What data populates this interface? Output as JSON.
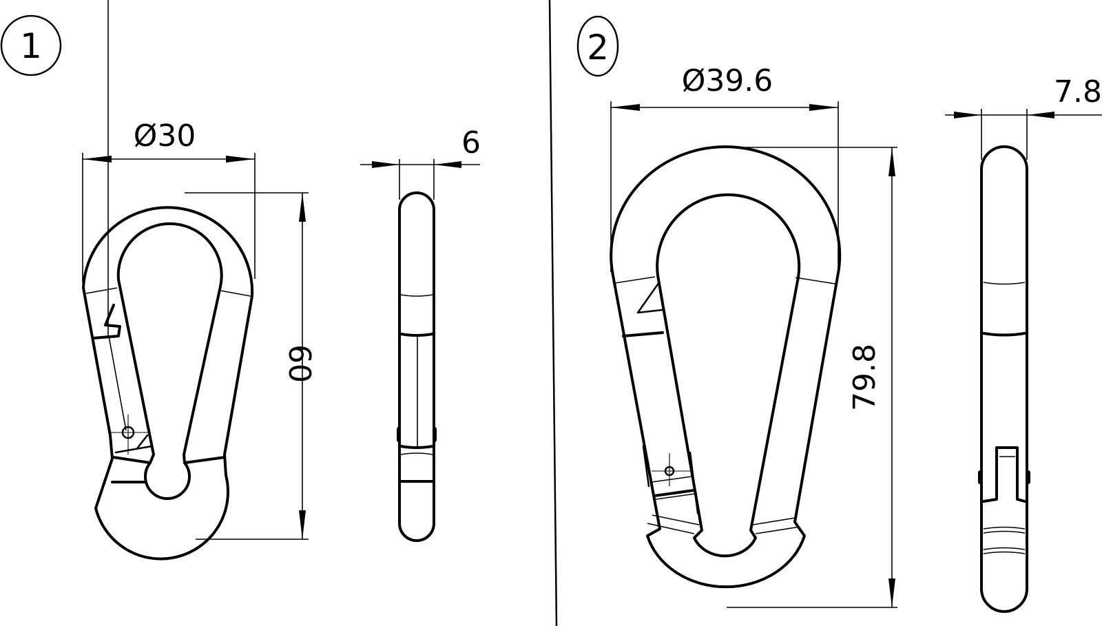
{
  "drawing": {
    "type": "technical drawing",
    "subject": "carabiner snap hooks, front and side views",
    "stroke_color": "#000000",
    "background_color": "#ffffff"
  },
  "divider": {
    "orientation": "near-vertical"
  },
  "parts": [
    {
      "callout": "1",
      "front_view": {
        "width_dimension": "Ø30",
        "height_dimension": "60"
      },
      "side_view": {
        "thickness_dimension": "6"
      }
    },
    {
      "callout": "2",
      "front_view": {
        "width_dimension": "Ø39.6",
        "height_dimension": "79.8"
      },
      "side_view": {
        "thickness_dimension": "7.8"
      }
    }
  ]
}
